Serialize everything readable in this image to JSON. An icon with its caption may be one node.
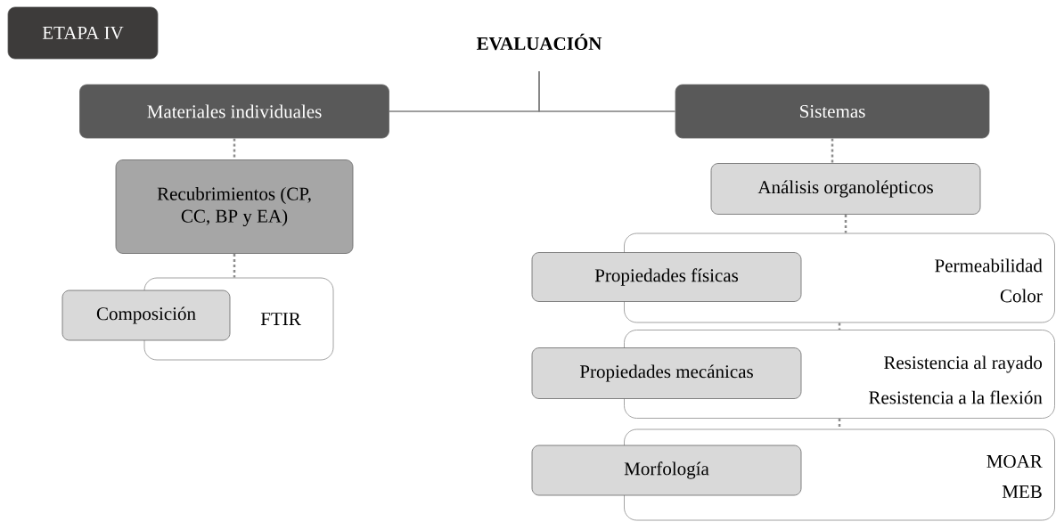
{
  "diagram": {
    "nodes": [
      {
        "text": [
          "ETAPA IV"
        ]
      },
      {
        "text": [
          "EVALUACIÓN"
        ]
      },
      {
        "text": [
          "Materiales individuales"
        ]
      },
      {
        "text": [
          "Sistemas"
        ]
      },
      {
        "text": [
          "Recubrimientos (CP, CC, BP y EA)"
        ]
      },
      {
        "text": [
          "FTIR"
        ]
      },
      {
        "text": [
          "Composición"
        ]
      },
      {
        "text": [
          "Análisis organolépticos"
        ]
      },
      {
        "text": [
          "Permeabilidad",
          "Color"
        ]
      },
      {
        "text": [
          "Propiedades físicas"
        ]
      },
      {
        "text": [
          "Resistencia al rayado",
          "Resistencia a la flexión"
        ]
      },
      {
        "text": [
          "Propiedades mecánicas"
        ]
      },
      {
        "text": [
          "MOAR",
          "MEB"
        ]
      },
      {
        "text": [
          "Morfología"
        ]
      }
    ],
    "edges": [
      {
        "from": 1,
        "to": 2,
        "arrow": "none"
      },
      {
        "from": 1,
        "to": 3,
        "arrow": "none"
      },
      {
        "from": 2,
        "to": 4,
        "arrow": "none",
        "style": "dashed"
      },
      {
        "from": 4,
        "to": 5,
        "arrow": "none",
        "style": "dashed"
      },
      {
        "from": 3,
        "to": 7,
        "arrow": "none",
        "style": "dashed"
      },
      {
        "from": 7,
        "to": 8,
        "arrow": "none",
        "style": "dashed"
      },
      {
        "from": 8,
        "to": 10,
        "arrow": "none",
        "style": "dashed"
      },
      {
        "from": 10,
        "to": 12,
        "arrow": "none",
        "style": "dashed"
      }
    ]
  }
}
